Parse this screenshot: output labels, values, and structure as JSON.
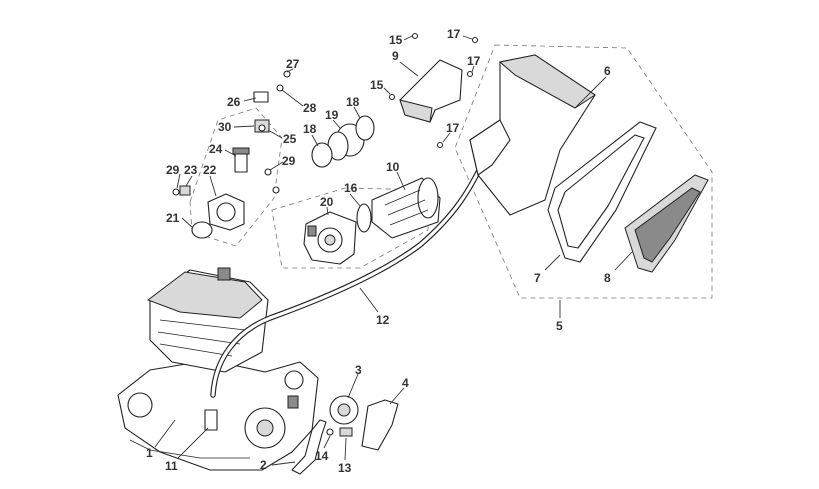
{
  "diagram": {
    "callouts": [
      {
        "id": "1",
        "text": "1"
      },
      {
        "id": "2",
        "text": "2"
      },
      {
        "id": "3",
        "text": "3"
      },
      {
        "id": "4",
        "text": "4"
      },
      {
        "id": "5",
        "text": "5"
      },
      {
        "id": "6",
        "text": "6"
      },
      {
        "id": "7",
        "text": "7"
      },
      {
        "id": "8",
        "text": "8"
      },
      {
        "id": "9",
        "text": "9"
      },
      {
        "id": "10",
        "text": "10"
      },
      {
        "id": "11",
        "text": "11"
      },
      {
        "id": "12",
        "text": "12"
      },
      {
        "id": "13",
        "text": "13"
      },
      {
        "id": "14",
        "text": "14"
      },
      {
        "id": "15a",
        "text": "15"
      },
      {
        "id": "15b",
        "text": "15"
      },
      {
        "id": "16",
        "text": "16"
      },
      {
        "id": "17a",
        "text": "17"
      },
      {
        "id": "17b",
        "text": "17"
      },
      {
        "id": "17c",
        "text": "17"
      },
      {
        "id": "18a",
        "text": "18"
      },
      {
        "id": "18b",
        "text": "18"
      },
      {
        "id": "19",
        "text": "19"
      },
      {
        "id": "20",
        "text": "20"
      },
      {
        "id": "21",
        "text": "21"
      },
      {
        "id": "22",
        "text": "22"
      },
      {
        "id": "23",
        "text": "23"
      },
      {
        "id": "24",
        "text": "24"
      },
      {
        "id": "25",
        "text": "25"
      },
      {
        "id": "26",
        "text": "26"
      },
      {
        "id": "27",
        "text": "27"
      },
      {
        "id": "28",
        "text": "28"
      },
      {
        "id": "29a",
        "text": "29"
      },
      {
        "id": "29b",
        "text": "29"
      },
      {
        "id": "30",
        "text": "30"
      }
    ]
  }
}
